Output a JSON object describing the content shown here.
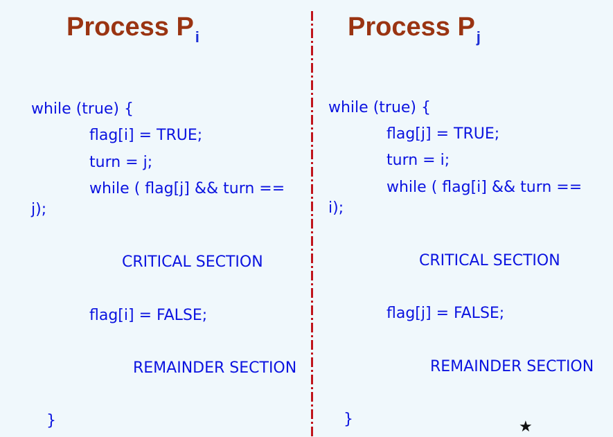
{
  "left": {
    "title_main": "Process P",
    "title_sub": "i",
    "lines": [
      "while (true) {",
      "flag[i] = TRUE;",
      "turn = j;",
      "while ( flag[j] && turn ==",
      "j);",
      "CRITICAL SECTION",
      "flag[i] = FALSE;",
      "REMAINDER SECTION",
      "}"
    ]
  },
  "right": {
    "title_main": "Process P",
    "title_sub": "j",
    "lines": [
      "while (true) {",
      "flag[j] = TRUE;",
      "turn = i;",
      "while ( flag[i] && turn ==",
      "i);",
      "CRITICAL SECTION",
      "flag[j] = FALSE;",
      "REMAINDER SECTION",
      "}"
    ]
  },
  "star_glyph": "★"
}
